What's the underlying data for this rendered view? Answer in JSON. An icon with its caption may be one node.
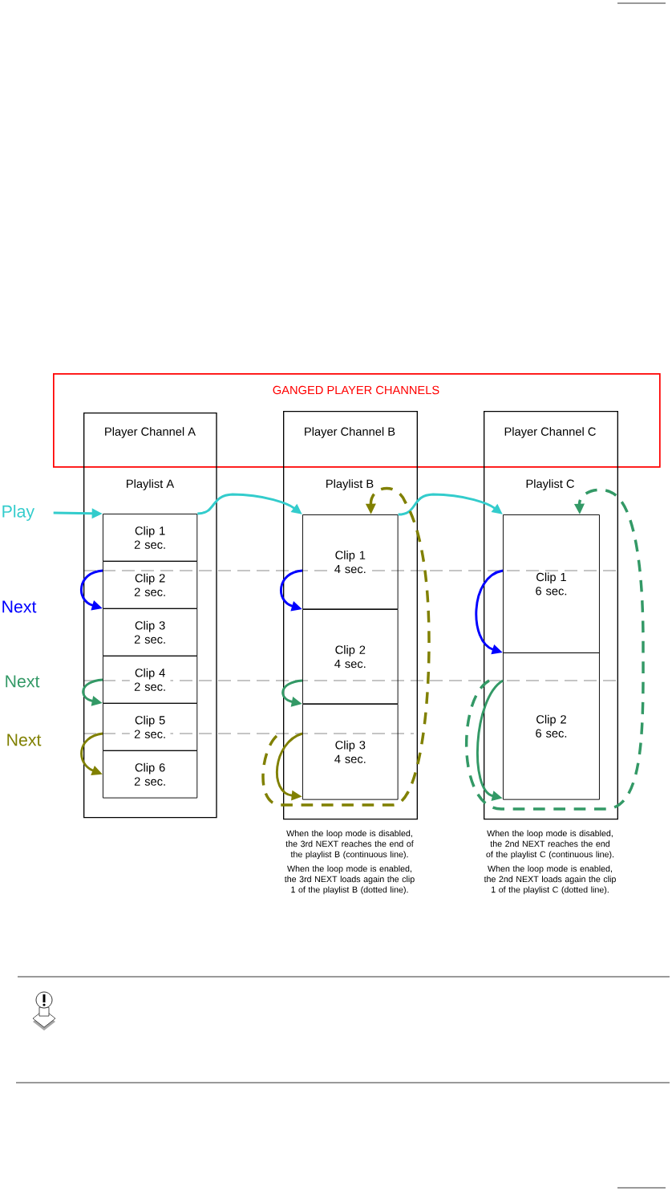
{
  "diagram": {
    "nodes": [
      {
        "text": [
          "GANGED PLAYER CHANNELS"
        ]
      },
      {
        "text": [
          "Player Channel A",
          "Playlist A"
        ]
      },
      {
        "text": [
          "Clip 1 2 sec."
        ],
        "in": 1
      },
      {
        "text": [
          "Clip 2 2 sec."
        ],
        "in": 1
      },
      {
        "text": [
          "Clip 3 2 sec."
        ],
        "in": 1
      },
      {
        "text": [
          "Clip 4 2 sec."
        ],
        "in": 1
      },
      {
        "text": [
          "Clip 5 2 sec."
        ],
        "in": 1
      },
      {
        "text": [
          "Clip 6 2 sec."
        ],
        "in": 1
      },
      {
        "text": [
          "Player Channel B",
          "Playlist B"
        ],
        "beside": [
          "When the loop mode is disabled, the 3rd NEXT reaches the end of the playlist B (continuous line).",
          "When the loop mode is enabled, the 3rd NEXT loads again the clip 1 of the playlist B (dotted line)."
        ]
      },
      {
        "text": [
          "Clip 1 4 sec."
        ],
        "in": 8
      },
      {
        "text": [
          "Clip 2 4 sec."
        ],
        "in": 8
      },
      {
        "text": [
          "Clip 3 4 sec."
        ],
        "in": 8
      },
      {
        "text": [
          "Player Channel C",
          "Playlist C"
        ],
        "beside": [
          "When the loop mode is disabled, the 2nd NEXT reaches the end of the playlist C (continuous line).",
          "When the loop mode is enabled, the 2nd NEXT loads again the clip 1 of the playlist C (dotted line)."
        ]
      },
      {
        "text": [
          "Clip 1 6 sec."
        ],
        "in": 12
      },
      {
        "text": [
          "Clip 2 6 sec."
        ],
        "in": 12
      },
      {
        "text": [
          "Play"
        ]
      }
    ],
    "edges": [
      {
        "from": 15,
        "to": 2,
        "arrow": "to",
        "color": "#33cccc"
      },
      {
        "from": 2,
        "to": 9,
        "arrow": "to",
        "color": "#33cccc"
      },
      {
        "from": 9,
        "to": 13,
        "arrow": "to",
        "color": "#33cccc"
      },
      {
        "from": 3,
        "to": 4,
        "arrow": "to",
        "color": "#0000ff"
      },
      {
        "from": 9,
        "to": 10,
        "arrow": "to",
        "color": "#0000ff"
      },
      {
        "from": 13,
        "to": 14,
        "arrow": "to",
        "color": "#0000ff"
      },
      {
        "from": 5,
        "to": 6,
        "arrow": "to",
        "color": "#339966"
      },
      {
        "from": 10,
        "to": 11,
        "arrow": "to",
        "color": "#339966"
      },
      {
        "from": 14,
        "to": null,
        "arrow": "to",
        "color": "#339966"
      },
      {
        "from": 6,
        "to": 7,
        "arrow": "to",
        "color": "#808000"
      },
      {
        "from": 11,
        "to": null,
        "arrow": "to",
        "color": "#808000"
      },
      {
        "from": 11,
        "to": 9,
        "arrow": "to",
        "style": "dashed",
        "color": "#808000"
      },
      {
        "from": 14,
        "to": 13,
        "arrow": "to",
        "style": "dashed",
        "color": "#339966"
      }
    ],
    "labels": [
      "Next",
      "Next",
      "Next"
    ]
  }
}
